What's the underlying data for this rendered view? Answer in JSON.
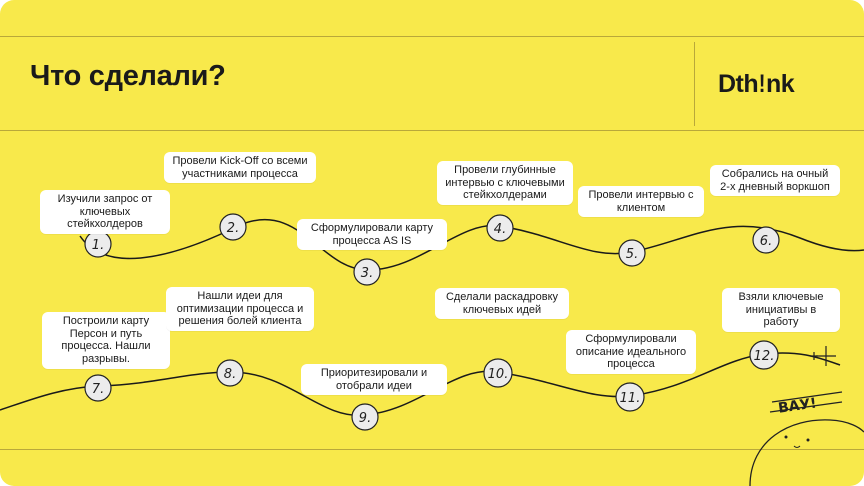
{
  "header": {
    "title": "Что сделали?",
    "logo_a": "Dth",
    "logo_b": "!",
    "logo_c": "nk"
  },
  "steps": [
    {
      "number": "1.",
      "text": "Изучили запрос от ключевых стейкхолдеров"
    },
    {
      "number": "2.",
      "text": "Провели Kick-Off со всеми участниками процесса"
    },
    {
      "number": "3.",
      "text": "Сформулировали карту процесса AS IS"
    },
    {
      "number": "4.",
      "text": "Провели глубинные интервью с ключевыми стейкхолдерами"
    },
    {
      "number": "5.",
      "text": "Провели интервью с клиентом"
    },
    {
      "number": "6.",
      "text": "Собрались на очный 2-х дневный воркшоп"
    },
    {
      "number": "7.",
      "text": "Построили карту Персон и путь процесса. Нашли разрывы."
    },
    {
      "number": "8.",
      "text": "Нашли идеи для оптимизации процесса и решения болей клиента"
    },
    {
      "number": "9.",
      "text": "Приоритезировали и отобрали идеи"
    },
    {
      "number": "10.",
      "text": "Сделали раскадровку ключевых идей"
    },
    {
      "number": "11.",
      "text": "Сформулировали описание идеального процесса"
    },
    {
      "number": "12.",
      "text": "Взяли ключевые инициативы в работу"
    }
  ],
  "doodle": {
    "text": "ВАУ!"
  }
}
